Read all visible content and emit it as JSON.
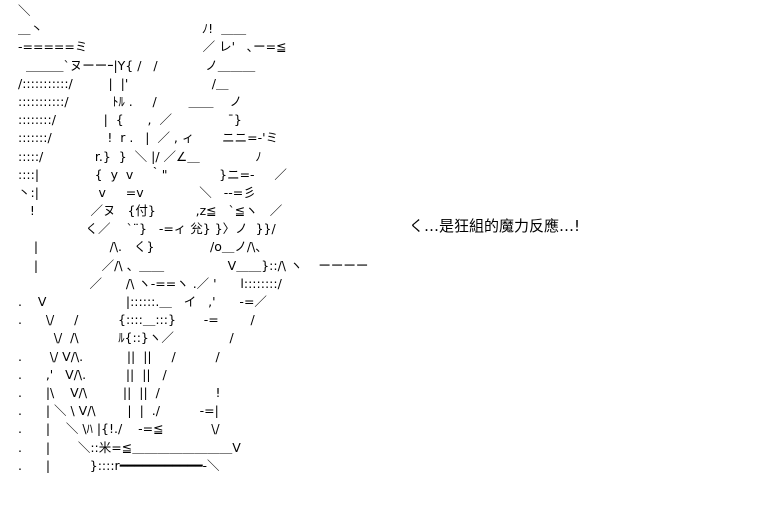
{
  "art_lines": [
    "＼",
    "＿丶                                        ﾉ!  ＿＿",
    "-=====ミ                             ／ レ'   ､ー=≦",
    "  ＿＿＿`ヌーーｰ|Y{ /   /            ノ＿＿＿",
    "/:::::::::::/         |  |'                     /＿",
    ":::::::::::/           ﾄﾙ .     /        ＿＿    ノ",
    "::::::::/            |  {      ,  ／              ¯}",
    ":::::::/              !  r .   |  ／ , ィ       ニニ=-'ミ",
    ":::::/             r.}  }  ＼ |/ ／∠＿              ﾉ",
    "::::|              {  y  v    ｀\"             }ニ=-     ／",
    "丶:|               v     =v              ＼   --=彡",
    "   !              ／ヌ   {付}          ,z≦   `≦ヽ   ／",
    "                 く／    `¨}   -=ィ 兊} }〉ノ  }}/",
    "    |                  /\\.   く}              /o＿ノ/\\、",
    "    |                ／/\\ 、＿＿                V＿＿}::/\\ ヽ    ーーーー",
    "                  ／      /\\ ヽ-==ヽ .／ '      l::::::::/",
    ".    V                    |::::::.＿   イ   ,'      -=／",
    ".      \\/     /          {::::＿:::}       -=        /",
    "         \\/  /\\          ﾙ{::}ヽ／              /",
    ".       \\/ V/\\.           ||  ||     /          /",
    ".      ,'   V/\\.          ||  ||   /",
    ".      |\\    V/\\         ||  ||  /              !",
    ".      | ＼ \\ V/\\        |  |  ./          -=|",
    ".      |    ＼ \\ﾊ |{!./    -=≦            \\/",
    ".      |       ＼::米=≦＿＿＿＿＿＿＿＿V",
    ".      |          }::::r━━━━━━━━━━━-＼"
  ],
  "caption": "く…是狂組的魔力反應…!"
}
